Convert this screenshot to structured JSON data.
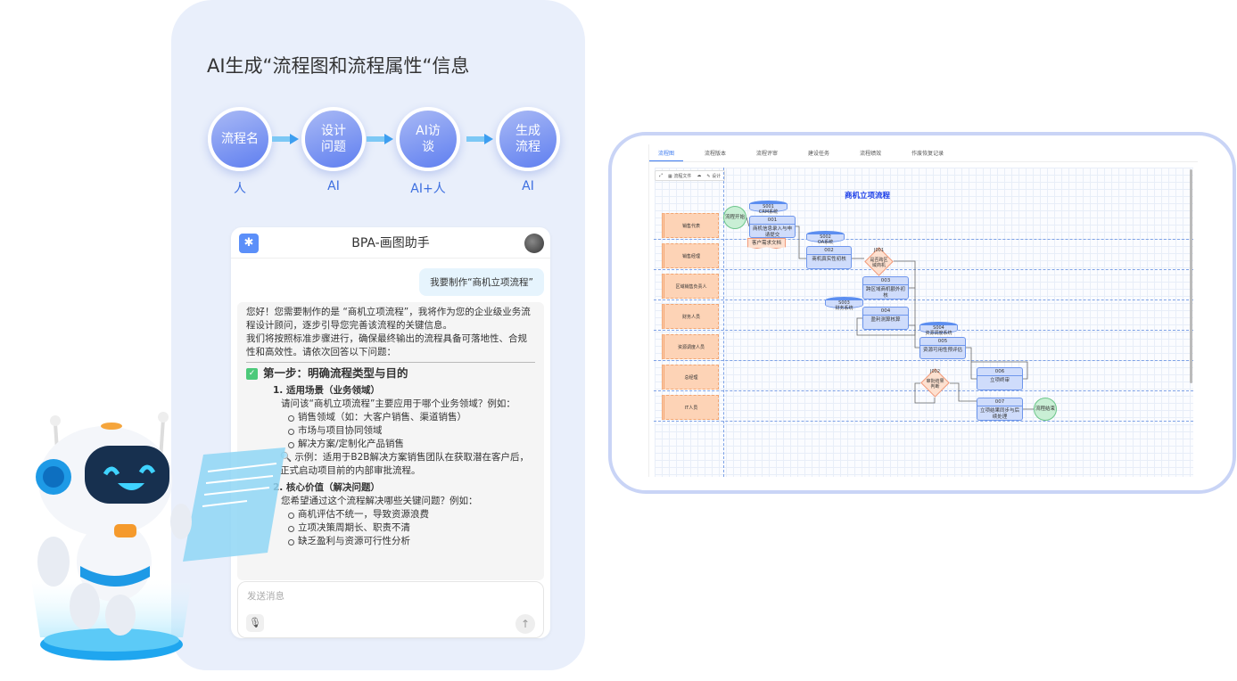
{
  "headline": "AI生成“流程图和流程属性“信息",
  "steps": [
    {
      "label": "流程名",
      "actor": "人"
    },
    {
      "label": "设计问题",
      "actor": "AI"
    },
    {
      "label": "AI访谈",
      "actor": "AI+人"
    },
    {
      "label": "生成流程",
      "actor": "AI"
    }
  ],
  "chat": {
    "title": "BPA-画图助手",
    "user_message": "我要制作“商机立项流程”",
    "ai": {
      "intro1": "您好！您需要制作的是 “商机立项流程”，我将作为您的企业级业务流程设计顾问，逐步引导您完善该流程的关键信息。",
      "intro2": "我们将按照标准步骤进行，确保最终输出的流程具备可落地性、合规性和高效性。请依次回答以下问题：",
      "step_title": "第一步：明确流程类型与目的",
      "q1_title": "1. 适用场景（业务领域）",
      "q1_text": "请问该“商机立项流程”主要应用于哪个业务领域？例如：",
      "q1_options": [
        "销售领域（如：大客户销售、渠道销售）",
        "市场与项目协同领域",
        "解决方案/定制化产品销售"
      ],
      "q1_example": "🔍 示例：适用于B2B解决方案销售团队在获取潜在客户后，正式启动项目前的内部审批流程。",
      "q2_title": "2. 核心价值（解决问题）",
      "q2_text": "您希望通过这个流程解决哪些关键问题？例如：",
      "q2_options": [
        "商机评估不统一，导致资源浪费",
        "立项决策周期长、职责不清",
        "缺乏盈利与资源可行性分析"
      ]
    },
    "input_placeholder": "发送消息"
  },
  "app": {
    "tabs": [
      "流程图",
      "流程版本",
      "流程评审",
      "建设任务",
      "流程绩效",
      "作废恢复记录"
    ],
    "toolbar": {
      "file": "流程文件",
      "design": "设计"
    },
    "flow_title": "商机立项流程",
    "lanes": [
      "销售代表",
      "销售经理",
      "区域销售负责人",
      "财务人员",
      "资源调度人员",
      "总经理",
      "IT人员"
    ],
    "start": "流程开始",
    "end": "流程结束",
    "document": "客户需求文档",
    "systems": [
      {
        "id": "S001",
        "name": "CRM系统"
      },
      {
        "id": "S002",
        "name": "OA系统"
      },
      {
        "id": "S003",
        "name": "财务系统"
      },
      {
        "id": "S004",
        "name": "资源调度系统"
      }
    ],
    "activities": [
      {
        "id": "001",
        "name": "商机信息录入与申请提交"
      },
      {
        "id": "002",
        "name": "商机真实性初核"
      },
      {
        "id": "003",
        "name": "跨区域商机额外初核"
      },
      {
        "id": "004",
        "name": "盈利测算核算"
      },
      {
        "id": "005",
        "name": "资源可用性预评估"
      },
      {
        "id": "006",
        "name": "立项终审"
      },
      {
        "id": "007",
        "name": "立项结果同步与后续处理"
      }
    ],
    "decisions": [
      {
        "id": "J001",
        "name": "是否跨区域商机"
      },
      {
        "id": "J002",
        "name": "审批结果判断"
      }
    ]
  }
}
